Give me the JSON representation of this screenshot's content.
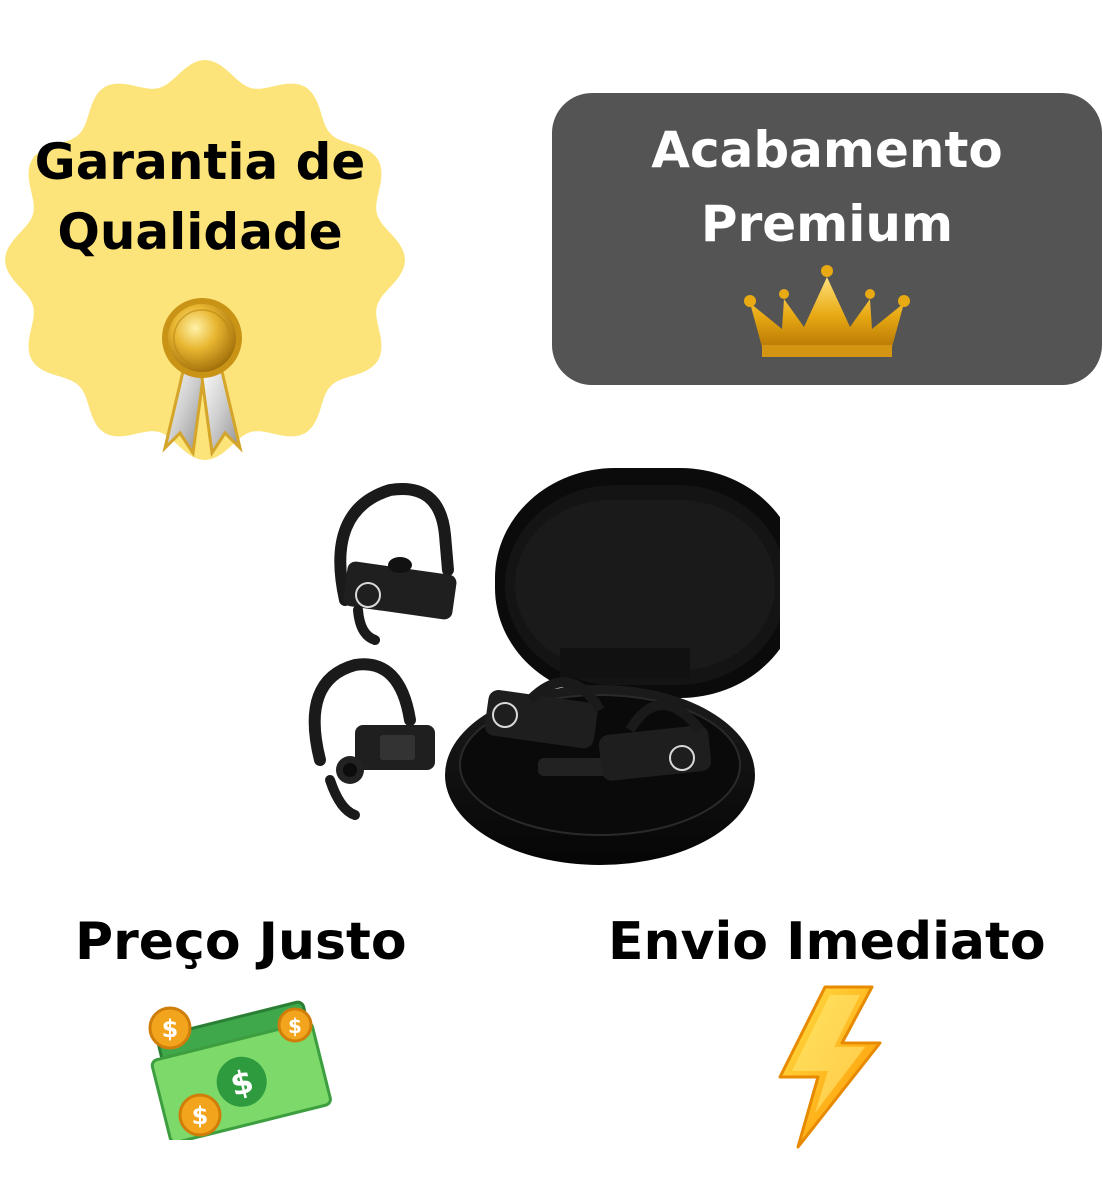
{
  "badges": {
    "quality": {
      "line1": "Garantia de",
      "line2": "Qualidade",
      "icon": "medal-icon",
      "color": "#FCE37A"
    },
    "premium": {
      "line1": "Acabamento",
      "line2": "Premium",
      "icon": "crown-icon",
      "color": "#545454"
    }
  },
  "product": {
    "image": "earbuds-with-charging-case"
  },
  "features": {
    "price": {
      "label": "Preço Justo",
      "icon": "money-icon"
    },
    "shipping": {
      "label": "Envio Imediato",
      "icon": "lightning-icon"
    }
  }
}
